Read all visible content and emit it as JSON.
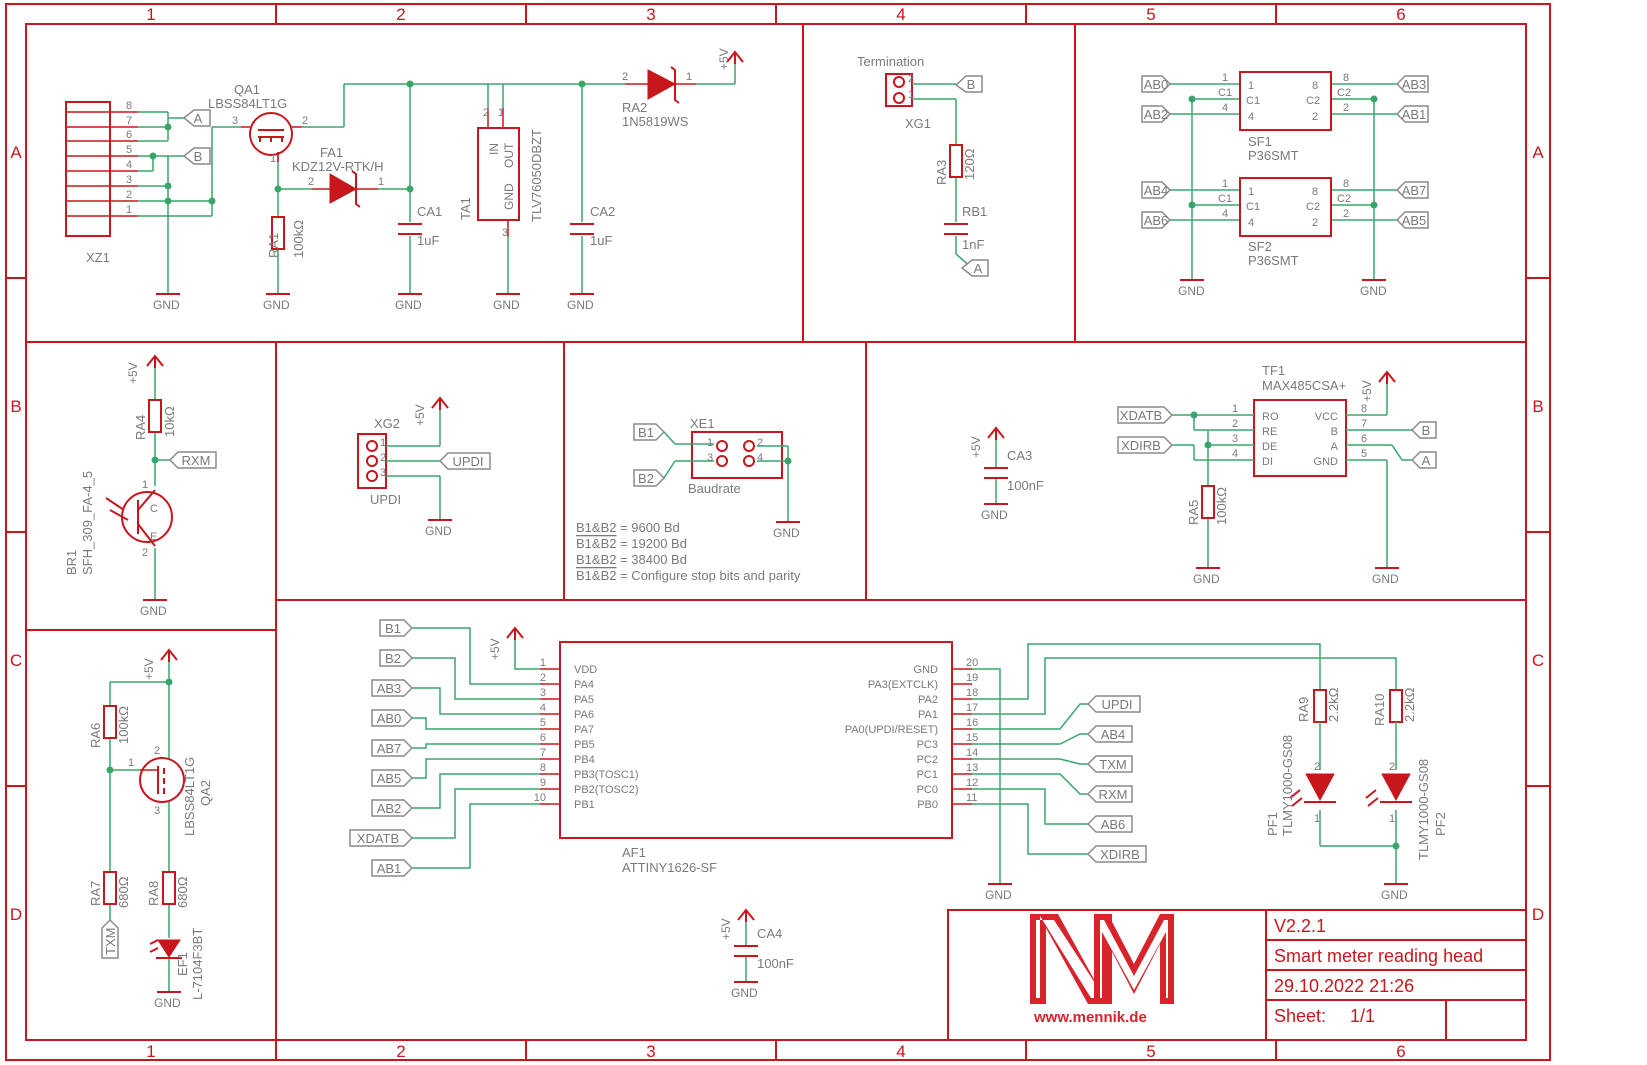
{
  "grid": {
    "columns": [
      "1",
      "2",
      "3",
      "4",
      "5",
      "6"
    ],
    "rows": [
      "A",
      "B",
      "C",
      "D"
    ]
  },
  "supply": {
    "vcc": "+5V",
    "gnd": "GND"
  },
  "power_section": {
    "connector": {
      "ref": "XZ1",
      "pins": [
        "8",
        "7",
        "6",
        "5",
        "4",
        "3",
        "2",
        "1"
      ]
    },
    "mosfet": {
      "ref": "QA1",
      "value": "LBSS84LT1G",
      "pins": [
        "3",
        "2",
        "1"
      ]
    },
    "zener": {
      "ref": "FA1",
      "value": "KDZ12V-RTK/H",
      "pins": [
        "2",
        "1"
      ]
    },
    "resistor": {
      "ref": "RA1",
      "value": "100kΩ"
    },
    "cap1": {
      "ref": "CA1",
      "value": "1uF"
    },
    "regulator": {
      "ref": "TA1",
      "value": "TLV76050DBZT",
      "pins": [
        "2",
        "1",
        "3"
      ],
      "pin_names": [
        "IN",
        "OUT",
        "GND"
      ]
    },
    "cap2": {
      "ref": "CA2",
      "value": "1uF"
    },
    "diode": {
      "ref": "RA2",
      "value": "1N5819WS",
      "pins": [
        "2",
        "1"
      ]
    },
    "flags": [
      "A",
      "B"
    ]
  },
  "termination": {
    "title": "Termination",
    "connector": {
      "ref": "XG1",
      "pins": [
        "2",
        "1"
      ]
    },
    "resistor": {
      "ref": "RA3",
      "value": "120Ω"
    },
    "cap": {
      "ref": "RB1",
      "value": "1nF"
    },
    "flags": [
      "B",
      "A"
    ]
  },
  "suppressors": {
    "sf1": {
      "ref": "SF1",
      "value": "P36SMT",
      "pins_left": [
        "1",
        "4"
      ],
      "pins_right": [
        "8",
        "2"
      ],
      "inner": [
        "1",
        "C1",
        "4",
        "8",
        "C2",
        "2"
      ],
      "wire_labels": [
        "C1",
        "C2"
      ]
    },
    "sf2": {
      "ref": "SF2",
      "value": "P36SMT",
      "pins_left": [
        "1",
        "4"
      ],
      "pins_right": [
        "8",
        "2"
      ],
      "inner": [
        "1",
        "C1",
        "4",
        "8",
        "C2",
        "2"
      ],
      "wire_labels": [
        "C1",
        "C2"
      ]
    },
    "flags_left": [
      "AB0",
      "AB2",
      "AB4",
      "AB6"
    ],
    "flags_right": [
      "AB3",
      "AB1",
      "AB7",
      "AB5"
    ]
  },
  "receiver": {
    "resistor": {
      "ref": "RA4",
      "value": "10kΩ"
    },
    "transistor": {
      "ref": "BR1",
      "value": "SFH_309_FA-4_5",
      "pins": [
        "1",
        "2"
      ],
      "terminals": [
        "C",
        "E"
      ]
    },
    "flag": "RXM"
  },
  "updi": {
    "connector": {
      "ref": "XG2",
      "pins": [
        "1",
        "2",
        "3"
      ]
    },
    "label": "UPDI",
    "flag": "UPDI"
  },
  "baudrate": {
    "connector": {
      "ref": "XE1",
      "pins": [
        "1",
        "3",
        "2",
        "4"
      ]
    },
    "label": "Baudrate",
    "flags": [
      "B1",
      "B2"
    ],
    "notes": [
      {
        "combo": "B1&B2",
        "text": " = 9600 Bd"
      },
      {
        "combo": "B1&B2",
        "text": " = 19200 Bd"
      },
      {
        "combo": "B1&B2",
        "text": " = 38400 Bd"
      },
      {
        "combo": "B1&B2",
        "text": " = Configure stop bits and parity"
      }
    ]
  },
  "decoupling": {
    "ca3": {
      "ref": "CA3",
      "value": "100nF"
    },
    "ca4": {
      "ref": "CA4",
      "value": "100nF"
    }
  },
  "transceiver": {
    "ref": "TF1",
    "value": "MAX485CSA+",
    "left_pins": [
      "1",
      "2",
      "3",
      "4"
    ],
    "left_names": [
      "RO",
      "RE",
      "DE",
      "DI"
    ],
    "right_pins": [
      "8",
      "7",
      "6",
      "5"
    ],
    "right_names": [
      "VCC",
      "B",
      "A",
      "GND"
    ],
    "resistor": {
      "ref": "RA5",
      "value": "100kΩ"
    },
    "flags_left": [
      "XDATB",
      "XDIRB"
    ],
    "flags_right": [
      "B",
      "A"
    ]
  },
  "mcu": {
    "ref": "AF1",
    "value": "ATTINY1626-SF",
    "left_pins": [
      "1",
      "2",
      "3",
      "4",
      "5",
      "6",
      "7",
      "8",
      "9",
      "10"
    ],
    "left_names": [
      "VDD",
      "PA4",
      "PA5",
      "PA6",
      "PA7",
      "PB5",
      "PB4",
      "PB3(TOSC1)",
      "PB2(TOSC2)",
      "PB1"
    ],
    "right_pins": [
      "20",
      "19",
      "18",
      "17",
      "16",
      "15",
      "14",
      "13",
      "12",
      "11"
    ],
    "right_names": [
      "GND",
      "PA3(EXTCLK)",
      "PA2",
      "PA1",
      "PA0(UPDI/RESET)",
      "PC3",
      "PC2",
      "PC1",
      "PC0",
      "PB0"
    ],
    "flags_left": [
      "B1",
      "B2",
      "AB3",
      "AB0",
      "AB7",
      "AB5",
      "AB2",
      "XDATB",
      "AB1"
    ],
    "flags_right": [
      "UPDI",
      "AB4",
      "TXM",
      "RXM",
      "AB6",
      "XDIRB"
    ]
  },
  "leds": {
    "ra9": {
      "ref": "RA9",
      "value": "2.2kΩ"
    },
    "ra10": {
      "ref": "RA10",
      "value": "2.2kΩ"
    },
    "pf1": {
      "ref": "PF1",
      "value": "TLMY1000-GS08",
      "pins": [
        "2",
        "1"
      ]
    },
    "pf2": {
      "ref": "PF2",
      "value": "TLMY1000-GS08",
      "pins": [
        "2",
        "1"
      ]
    }
  },
  "transmitter": {
    "ra6": {
      "ref": "RA6",
      "value": "100kΩ"
    },
    "ra7": {
      "ref": "RA7",
      "value": "680Ω"
    },
    "ra8": {
      "ref": "RA8",
      "value": "680Ω"
    },
    "mosfet": {
      "ref": "QA2",
      "value": "LBSS84LT1G",
      "pins": [
        "1",
        "2",
        "3"
      ]
    },
    "ir_led": {
      "ref": "EF1",
      "value": "L-7104F3BT"
    },
    "flag": "TXM"
  },
  "title_block": {
    "version": "V2.2.1",
    "title": "Smart meter reading head",
    "date": "29.10.2022 21:26",
    "sheet_label": "Sheet:",
    "sheet": "1/1",
    "logo_url": "www.mennik.de"
  },
  "colors": {
    "frame": "#c8161d",
    "wire": "#3aa56b",
    "text": "#7a7a7a",
    "flag": "#8a8a8a",
    "logo": "#d8232a"
  }
}
